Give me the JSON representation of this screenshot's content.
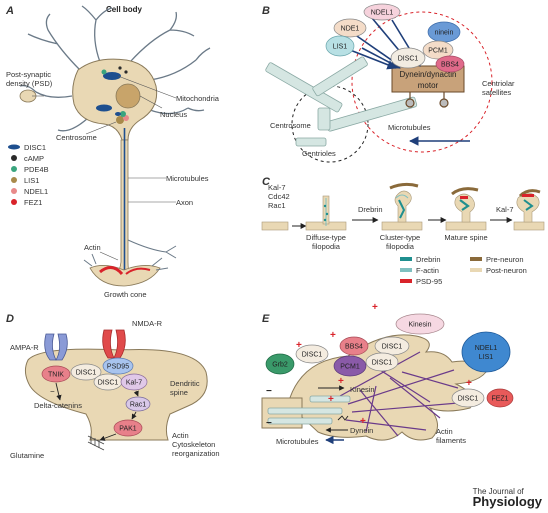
{
  "panels": {
    "A": {
      "label": "A",
      "title": "Cell body",
      "psd": [
        "Post-synaptic",
        "density (PSD)"
      ],
      "mito": "Mitochondria",
      "nucleus": "Nucleus",
      "centrosome": "Centrosome",
      "microtubules": "Microtubules",
      "axon": "Axon",
      "actin": "Actin",
      "growth_cone": "Growth cone",
      "legend": [
        {
          "label": "DISC1",
          "color": "#1e4f8f"
        },
        {
          "label": "cAMP",
          "color": "#2a2a2a"
        },
        {
          "label": "PDE4B",
          "color": "#3aa57e"
        },
        {
          "label": "LIS1",
          "color": "#a88a4a"
        },
        {
          "label": "NDEL1",
          "color": "#e88a8a"
        },
        {
          "label": "FEZ1",
          "color": "#d9232a"
        }
      ]
    },
    "B": {
      "label": "B",
      "nodes": {
        "ndel1": "NDEL1",
        "nde1": "NDE1",
        "ninein": "ninein",
        "lis1": "LIS1",
        "pcm1": "PCM1",
        "disc1": "DISC1",
        "bbs4": "BBS4"
      },
      "motor": [
        "Dynein/dynactin",
        "motor"
      ],
      "satellites": [
        "Centriolar",
        "satellites"
      ],
      "centrosome": "Centrosome",
      "centrioles": "Centrioles",
      "microtubules": "Microtubules"
    },
    "C": {
      "label": "C",
      "factors": [
        "Kal-7",
        "Cdc42",
        "Rac1"
      ],
      "drebrin_step": "Drebrin",
      "kal7_step": "Kal-7",
      "stage1": [
        "Diffuse-type",
        "filopodia"
      ],
      "stage2": [
        "Cluster-type",
        "filopodia"
      ],
      "stage3": "Mature spine",
      "legend": [
        {
          "label": "Drebrin",
          "color": "#1f8f8f"
        },
        {
          "label": "F-actin",
          "color": "#7fc0c0"
        },
        {
          "label": "PSD-95",
          "color": "#d9232a"
        },
        {
          "label": "Pre-neuron",
          "color": "#8a6a3a"
        },
        {
          "label": "Post-neuron",
          "color": "#e9d8b4"
        }
      ]
    },
    "D": {
      "label": "D",
      "ampa": "AMPA-R",
      "nmda": "NMDA-R",
      "tnik": "TNIK",
      "disc1_a": "DISC1",
      "psd95": "PSD95",
      "disc1_b": "DISC1",
      "kal7": "Kal-7",
      "rac1": "Rac1",
      "pak1": "PAK1",
      "delta": "Delta-catenins",
      "spine": [
        "Dendritic",
        "spine"
      ],
      "glutamine": "Glutamine",
      "actin": [
        "Actin",
        "Cytoskeleton",
        "reorganization"
      ],
      "minus": "−"
    },
    "E": {
      "label": "E",
      "kinesin_node": "Kinesin",
      "disc1_top": "DISC1",
      "ndel1": "NDEL1",
      "lis1": "LIS1",
      "bbs4": "BBS4",
      "disc1_left": "DISC1",
      "grb2": "Grb2",
      "pcm1": "PCM1",
      "disc1_mid": "DISC1",
      "disc1_right": "DISC1",
      "fez1": "FEZ1",
      "kinesin_label": "Kinesin",
      "dynein_label": "Dynein",
      "microtubules": "Microtubules",
      "actin": [
        "Actin",
        "filaments"
      ],
      "plus": "+",
      "minus": "−"
    }
  },
  "journal": {
    "line1": "The Journal of",
    "line2": "Physiology"
  }
}
